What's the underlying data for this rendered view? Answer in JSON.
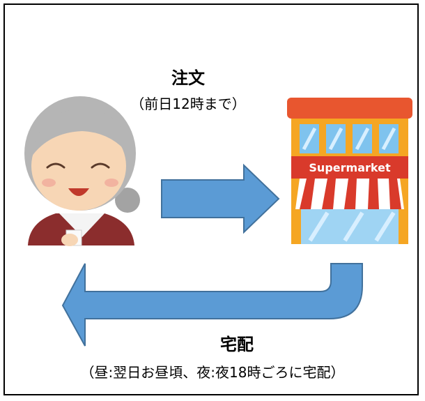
{
  "order": {
    "title": "注文",
    "note": "（前日12時まで）"
  },
  "delivery": {
    "title": "宅配",
    "note": "（昼:翌日お昼頃、夜:夜18時ごろに宅配）"
  },
  "store": {
    "sign": "Supermarket"
  },
  "colors": {
    "arrow_fill": "#5b9bd5",
    "arrow_stroke": "#41719c",
    "store_roof": "#e8562f",
    "store_body": "#f5a623"
  },
  "icons": {
    "customer": "elderly-woman-icon",
    "store": "supermarket-icon"
  }
}
